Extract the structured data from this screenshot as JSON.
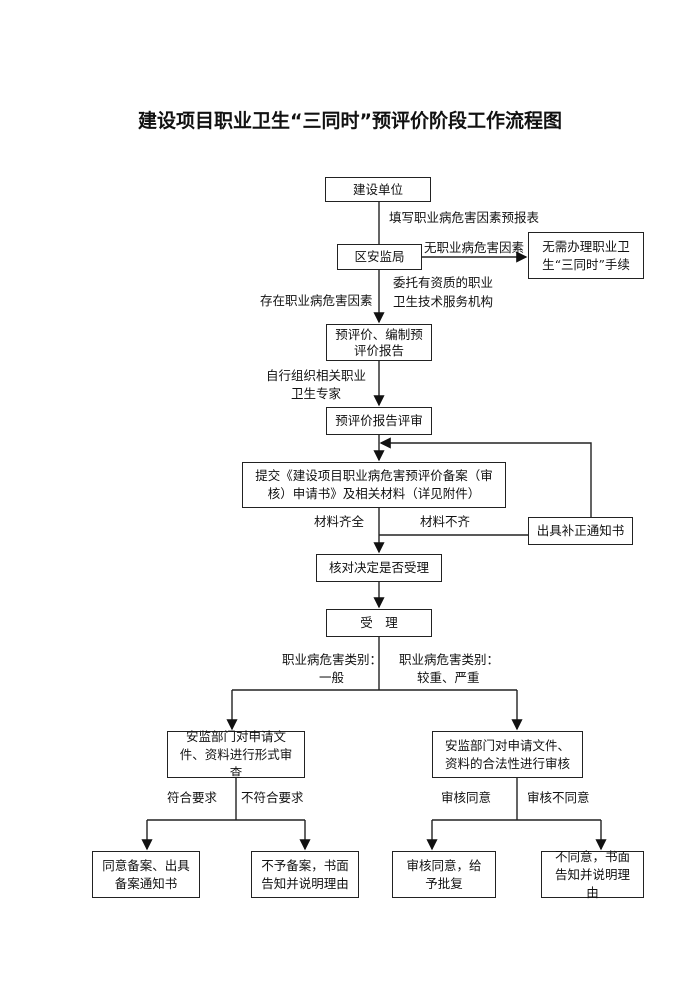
{
  "title": "建设项目职业卫生“三同时”预评价阶段工作流程图",
  "nodes": {
    "unit": "建设单位",
    "bureau": "区安监局",
    "no_need": "无需办理职业卫生“三同时”手续",
    "prepare": "预评价、编制预评价报告",
    "review": "预评价报告评审",
    "submit": "提交《建设项目职业病危害预评价备案（审核）申请书》及相关材料（详见附件）",
    "correction": "出具补正通知书",
    "check": "核对决定是否受理",
    "accept": "受　理",
    "form_review": "安监部门对申请文件、资料进行形式审查",
    "legal_review": "安监部门对申请文件、资料的合法性进行审核",
    "agree_file": "同意备案、出具备案通知书",
    "refuse_file": "不予备案，书面告知并说明理由",
    "approve": "审核同意，给予批复",
    "disapprove": "不同意，书面告知并说明理由"
  },
  "edges": {
    "fill_form": "填写职业病危害因素预报表",
    "no_hazard": "无职业病危害因素",
    "has_hazard": "存在职业病危害因素",
    "entrust_1": "委托有资质的职业",
    "entrust_2": "卫生技术服务机构",
    "self_1": "自行组织相关职业",
    "self_2": "卫生专家",
    "complete": "材料齐全",
    "incomplete": "材料不齐",
    "general_1": "职业病危害类别：",
    "general_2": "一般",
    "serious_1": "职业病危害类别：",
    "serious_2": "较重、严重",
    "meets": "符合要求",
    "not_meets": "不符合要求",
    "agree": "审核同意",
    "disagree": "审核不同意"
  }
}
